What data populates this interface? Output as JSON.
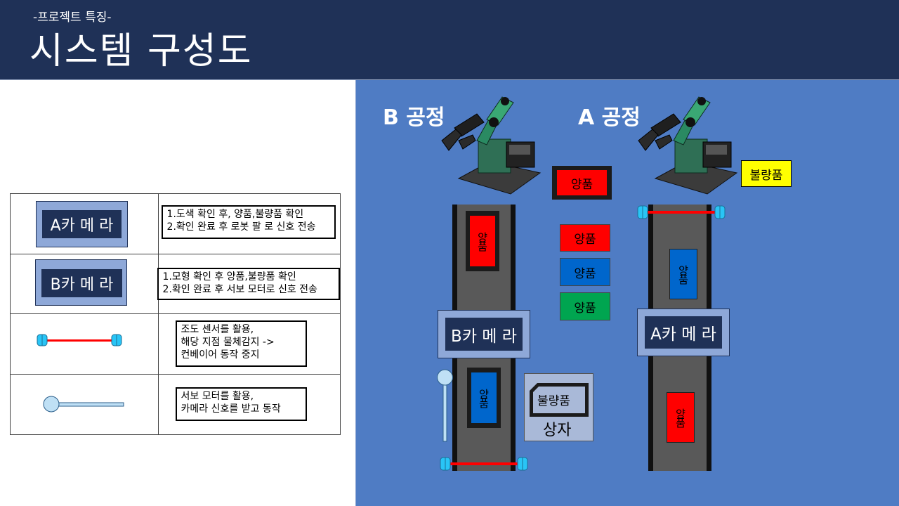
{
  "header": {
    "subtitle": "-프로젝트 특징-",
    "title": "시스템 구성도"
  },
  "legend": {
    "a_camera_label": "A카 메 라",
    "a_camera_desc": "1.도색 확인 후, 양품,불량품 확인\n2.확인 완료 후 로봇 팔 로 신호 전송",
    "b_camera_label": "B카 메 라",
    "b_camera_desc": "1.모형 확인 후 양품,불량품 확인\n2.확인 완료 후 서보 모터로 신호 전송",
    "light_sensor_icon": "light-sensor-icon",
    "light_sensor_desc": "조도 센서를 활용,\n해당 지점 물체감지 ->\n컨베이어 동작 중지",
    "servo_icon": "servo-motor-icon",
    "servo_desc": "서보 모터를 활용,\n카메라 신호를 받고 동작"
  },
  "diagram": {
    "process_b_label": "B 공정",
    "process_a_label": "A 공정",
    "robot_arm_icon": "robot-arm-icon",
    "camera_b_label": "B카 메 라",
    "camera_a_label": "A카 메 라",
    "defect_label": "불량품",
    "box_inner_label": "불량품",
    "box_label": "상자",
    "items": {
      "red_top": "양품",
      "red_mid": "양품",
      "blue_mid": "양품",
      "green_mid": "양품",
      "conv_b_top": "양품",
      "conv_b_bottom": "양품",
      "conv_a_mid": "양품",
      "conv_a_bottom": "양품"
    },
    "colors": {
      "header": "#1f3157",
      "panel": "#4f7cc4",
      "camera_outer": "#8ea8d8",
      "camera_inner": "#1f3157",
      "red": "#ff0000",
      "blue": "#0066cc",
      "green": "#00a550",
      "defect": "#ffff00",
      "conveyor": "#595959",
      "sensor_beam": "#ff0000",
      "sensor_cap": "#29c5f6"
    }
  }
}
